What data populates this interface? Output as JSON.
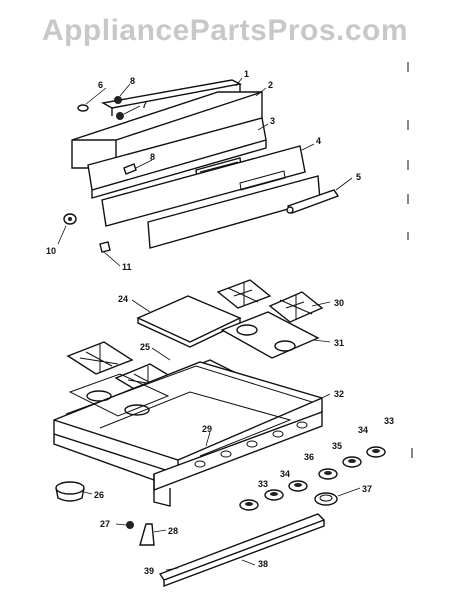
{
  "watermark": "AppliancePartsPros.com",
  "labels": {
    "p1": "1",
    "p2": "2",
    "p3": "3",
    "p4": "4",
    "p5": "5",
    "p6": "6",
    "p7": "7",
    "p8a": "8",
    "p8b": "8",
    "p10": "10",
    "p11": "11",
    "p24": "24",
    "p25": "25",
    "p26": "26",
    "p27": "27",
    "p28": "28",
    "p29": "29",
    "p30": "30",
    "p31": "31",
    "p32": "32",
    "p33a": "33",
    "p33b": "33",
    "p34a": "34",
    "p34b": "34",
    "p35": "35",
    "p36": "36",
    "p37": "37",
    "p38": "38",
    "p39": "39"
  }
}
